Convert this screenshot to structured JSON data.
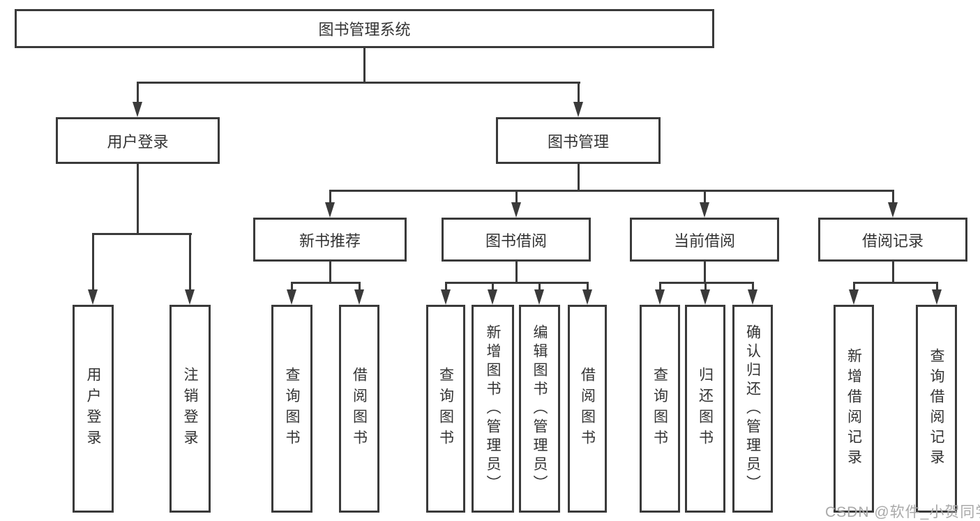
{
  "tree": {
    "label": "图书管理系统",
    "children": [
      {
        "label": "用户登录",
        "children": [
          {
            "label": "用户登录"
          },
          {
            "label": "注销登录"
          }
        ]
      },
      {
        "label": "图书管理",
        "children": [
          {
            "label": "新书推荐",
            "children": [
              {
                "label": "查询图书"
              },
              {
                "label": "借阅图书"
              }
            ]
          },
          {
            "label": "图书借阅",
            "children": [
              {
                "label": "查询图书"
              },
              {
                "label": "新增图书（管理员）"
              },
              {
                "label": "编辑图书（管理员）"
              },
              {
                "label": "借阅图书"
              }
            ]
          },
          {
            "label": "当前借阅",
            "children": [
              {
                "label": "查询图书"
              },
              {
                "label": "归还图书"
              },
              {
                "label": "确认归还（管理员）"
              }
            ]
          },
          {
            "label": "借阅记录",
            "children": [
              {
                "label": "新增借阅记录"
              },
              {
                "label": "查询借阅记录"
              }
            ]
          }
        ]
      }
    ]
  },
  "watermark": {
    "text": "CSDN @软件_小贺同学"
  },
  "colors": {
    "line": "#3a3a3a",
    "text": "#333333",
    "box_fill": "#ffffff",
    "watermark": "#a9a9a9",
    "background": "#ffffff"
  }
}
